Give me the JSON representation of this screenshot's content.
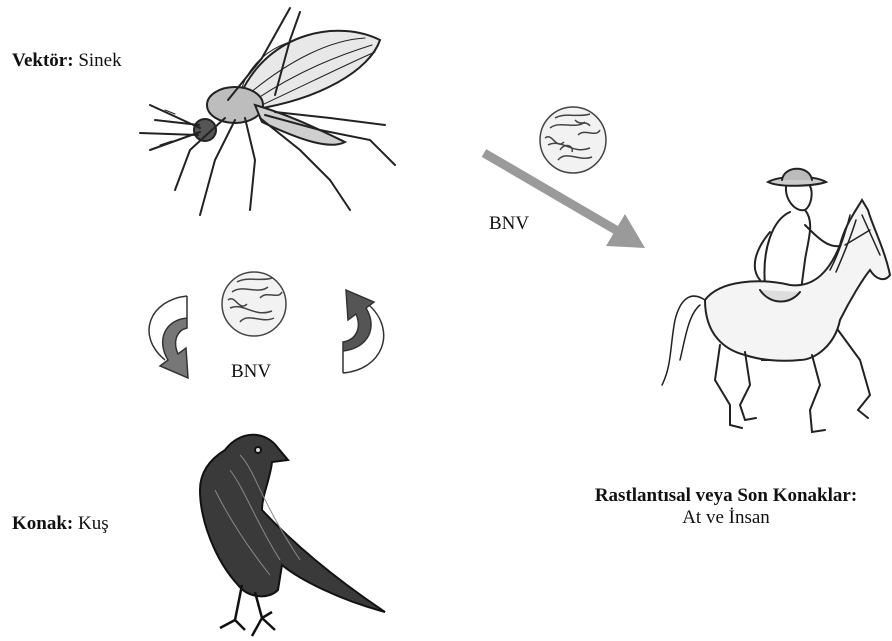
{
  "vector": {
    "term": "Vektör:",
    "value": "Sinek",
    "icon": "mosquito-illustration"
  },
  "host": {
    "term": "Konak:",
    "value": "Kuş",
    "icon": "crow-illustration"
  },
  "incidental_hosts": {
    "term": "Rastlantısal veya Son Konaklar:",
    "value": "At ve İnsan",
    "icon": "horse-and-rider-illustration"
  },
  "transmission_label": "BNV",
  "cycle_label": "BNV",
  "colors": {
    "arrow_gray": "#9a9a9a",
    "cycle_arrow_dark": "#555555",
    "ink": "#222222"
  }
}
